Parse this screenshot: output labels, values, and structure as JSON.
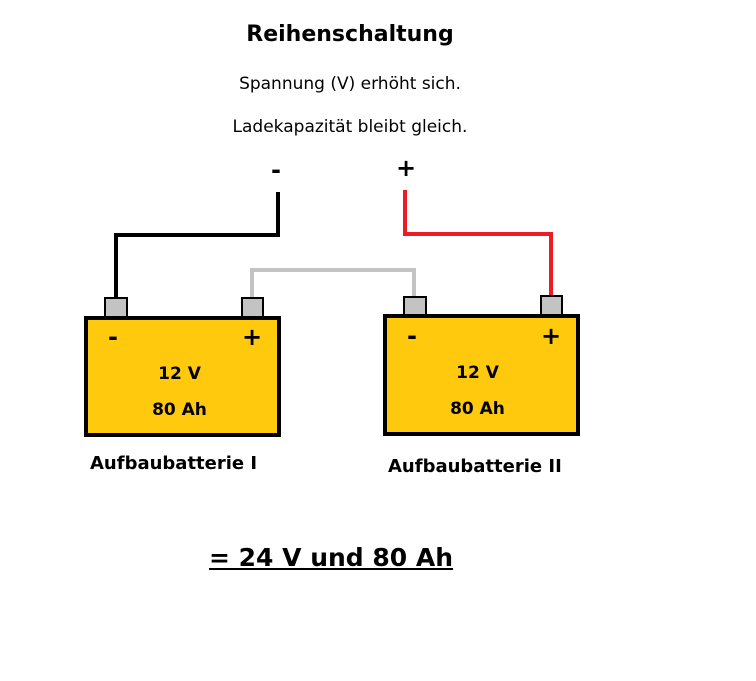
{
  "title": "Reihenschaltung",
  "subtitle_lines": [
    "Spannung (V) erhöht sich.",
    "Ladekapazität bleibt gleich."
  ],
  "output_terminals": {
    "minus": "-",
    "plus": "+"
  },
  "batteries": [
    {
      "name": "Aufbaubatterie I",
      "voltage": "12 V",
      "capacity": "80 Ah",
      "minus": "-",
      "plus": "+"
    },
    {
      "name": "Aufbaubatterie II",
      "voltage": "12 V",
      "capacity": "80 Ah",
      "minus": "-",
      "plus": "+"
    }
  ],
  "result": "= 24 V und 80 Ah",
  "colors": {
    "battery": "#FFC90E",
    "terminal": "#C3C3C3",
    "wire_negative": "#000000",
    "wire_positive": "#ED1C24",
    "wire_link": "#C3C3C3"
  }
}
